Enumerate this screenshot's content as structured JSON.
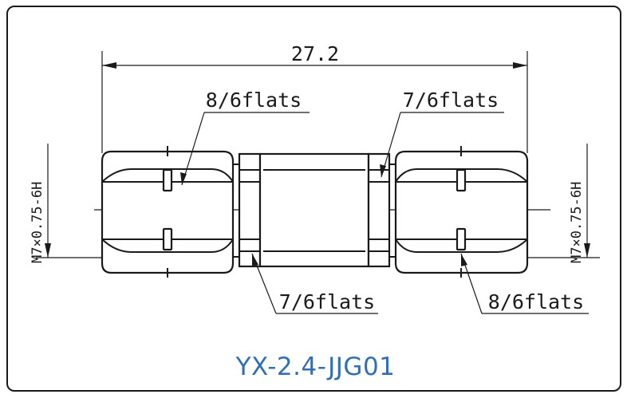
{
  "drawing": {
    "overall_length": "27.2",
    "left_nut_flats": "8/6flats",
    "left_body_flats": "7/6flats",
    "right_body_flats": "7/6flats",
    "right_nut_flats": "8/6flats",
    "left_thread": "M7×0.75-6H",
    "right_thread": "M7×0.75-6H"
  },
  "caption": "YX-2.4-JJG01",
  "colors": {
    "line": "#1a1a1a",
    "caption": "#2e6fb7"
  }
}
